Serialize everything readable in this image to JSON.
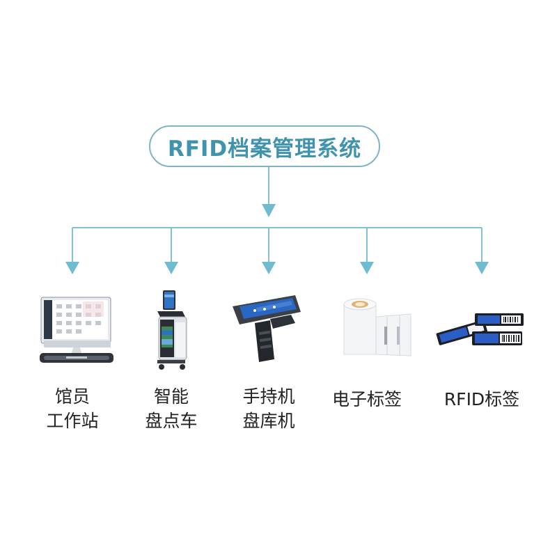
{
  "root": {
    "label": "RFID档案管理系统"
  },
  "nodes": [
    {
      "label_lines": [
        "馆员",
        "工作站"
      ],
      "icon": "desktop-workstation-icon"
    },
    {
      "label_lines": [
        "智能",
        "盘点车"
      ],
      "icon": "inventory-cart-icon"
    },
    {
      "label_lines": [
        "手持机",
        "盘库机"
      ],
      "icon": "handheld-scanner-icon"
    },
    {
      "label_lines": [
        "电子标签"
      ],
      "icon": "label-roll-icon"
    },
    {
      "label_lines": [
        "RFID标签"
      ],
      "icon": "rfid-tag-icon"
    }
  ],
  "colors": {
    "accent": "#3f93ae",
    "line": "#7fc4d6",
    "border": "#7fb4c4"
  }
}
